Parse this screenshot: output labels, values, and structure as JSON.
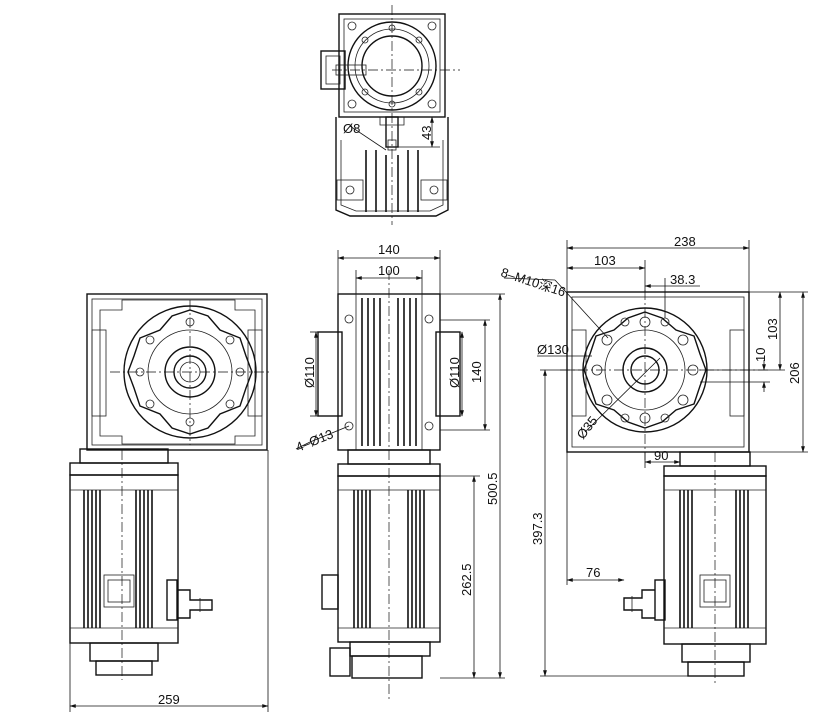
{
  "dimensions": {
    "shaft_dia_8": "Ø8",
    "key_43": "43",
    "width_140": "140",
    "width_100": "100",
    "bolt_4_m13": "4–Ø13",
    "pilot_dia_110_left": "Ø110",
    "pilot_dia_110_right": "Ø110",
    "height_140": "140",
    "total_length_500_5": "500.5",
    "motor_length_262_5": "262.5",
    "width_238": "238",
    "dist_103_top": "103",
    "dist_38_3": "38.3",
    "thread_8_m10": "8–M10深16",
    "pcd_130": "Ø130",
    "height_103_right": "103",
    "height_10": "10",
    "height_206": "206",
    "bore_35": "Ø35",
    "dist_90": "90",
    "length_397_3": "397.3",
    "dist_76": "76",
    "overall_259": "259"
  }
}
